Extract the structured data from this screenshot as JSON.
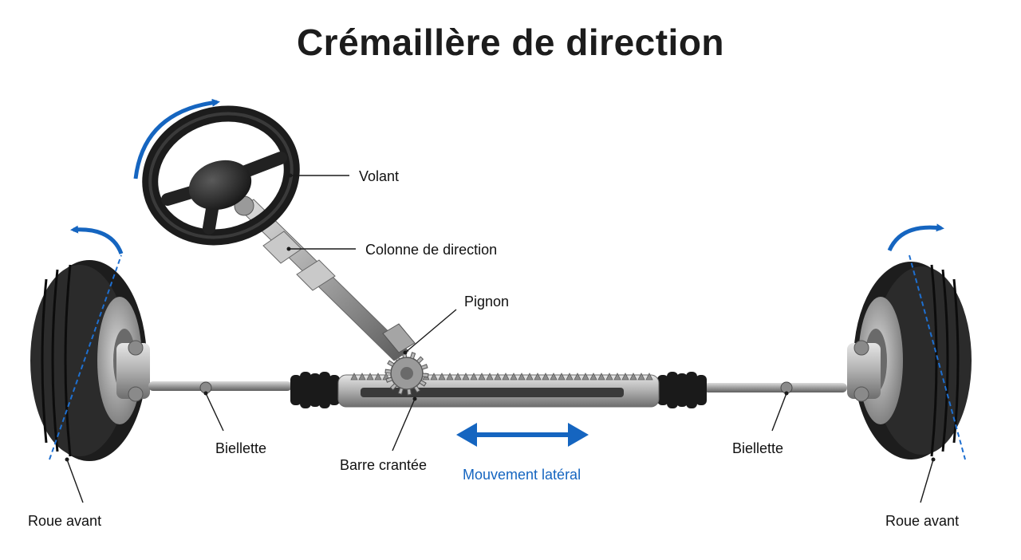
{
  "title": "Crémaillère de direction",
  "labels": {
    "volant": "Volant",
    "colonne": "Colonne de direction",
    "pignon": "Pignon",
    "biellette_left": "Biellette",
    "biellette_right": "Biellette",
    "barre": "Barre crantée",
    "mouvement": "Mouvement latéral",
    "roue_left": "Roue avant",
    "roue_right": "Roue avant"
  },
  "colors": {
    "accent": "#1565c0",
    "text": "#111111",
    "tire": "#1f1f1f",
    "metal": "#9a9a9a"
  },
  "icons": [
    "rotation-arrow-icon",
    "double-arrow-icon"
  ]
}
